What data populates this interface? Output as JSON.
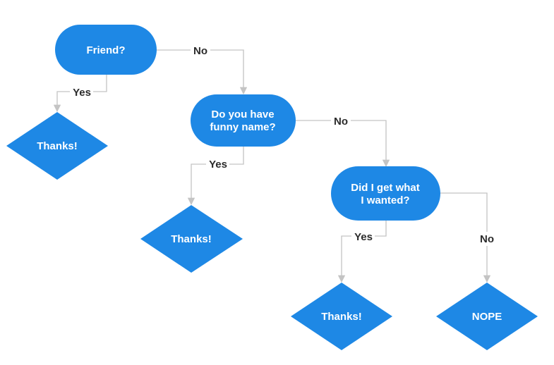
{
  "colors": {
    "node_fill": "#1e88e5",
    "node_text": "#ffffff",
    "connector": "#c4c4c4",
    "label_text": "#2b2b2b"
  },
  "nodes": {
    "friend": {
      "lines": [
        "Friend?"
      ]
    },
    "funny_name": {
      "lines": [
        "Do you have",
        "funny name?"
      ]
    },
    "got_what_wanted": {
      "lines": [
        "Did I get what",
        "I wanted?"
      ]
    },
    "thanks_1": {
      "lines": [
        "Thanks!"
      ]
    },
    "thanks_2": {
      "lines": [
        "Thanks!"
      ]
    },
    "thanks_3": {
      "lines": [
        "Thanks!"
      ]
    },
    "nope": {
      "lines": [
        "NOPE"
      ]
    }
  },
  "edges": {
    "friend_no": {
      "label": "No"
    },
    "friend_yes": {
      "label": "Yes"
    },
    "funny_no": {
      "label": "No"
    },
    "funny_yes": {
      "label": "Yes"
    },
    "wanted_yes": {
      "label": "Yes"
    },
    "wanted_no": {
      "label": "No"
    }
  }
}
